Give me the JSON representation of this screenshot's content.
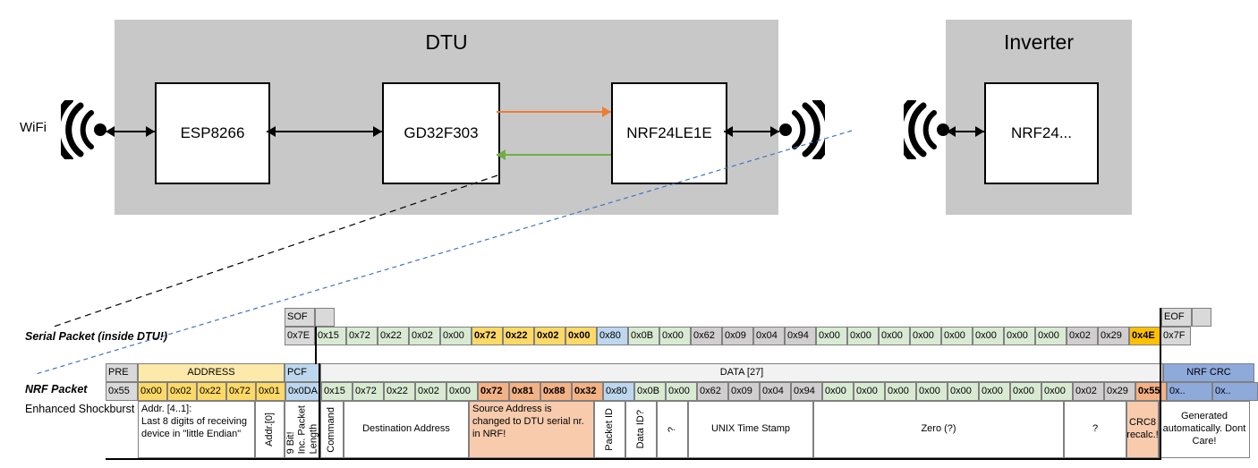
{
  "diagram": {
    "dtu": {
      "title": "DTU",
      "chips": [
        "ESP8266",
        "GD32F303",
        "NRF24LE1E"
      ],
      "wifi_label": "WiFi",
      "internal_arrows": [
        {
          "name": "serial-tx",
          "color": "#ED7D31",
          "direction": "right"
        },
        {
          "name": "serial-rx",
          "color": "#70AD47",
          "direction": "left"
        }
      ]
    },
    "inverter": {
      "title": "Inverter",
      "chips": [
        "NRF24..."
      ]
    }
  },
  "serial_packet": {
    "label": "Serial Packet (inside DTU!)",
    "sof_header": "SOF",
    "eof_header": "EOF",
    "sof": "0x7E",
    "eof": "0x7F",
    "bytes": [
      {
        "v": "0x15",
        "c": "green",
        "bold": false
      },
      {
        "v": "0x72",
        "c": "green",
        "bold": false
      },
      {
        "v": "0x22",
        "c": "green",
        "bold": false
      },
      {
        "v": "0x02",
        "c": "green",
        "bold": false
      },
      {
        "v": "0x00",
        "c": "green",
        "bold": false
      },
      {
        "v": "0x72",
        "c": "yellow",
        "bold": true
      },
      {
        "v": "0x22",
        "c": "yellow",
        "bold": true
      },
      {
        "v": "0x02",
        "c": "yellow",
        "bold": true
      },
      {
        "v": "0x00",
        "c": "yellow",
        "bold": true
      },
      {
        "v": "0x80",
        "c": "blue",
        "bold": false
      },
      {
        "v": "0x0B",
        "c": "green",
        "bold": false
      },
      {
        "v": "0x00",
        "c": "green",
        "bold": false
      },
      {
        "v": "0x62",
        "c": "dgray",
        "bold": false
      },
      {
        "v": "0x09",
        "c": "dgray",
        "bold": false
      },
      {
        "v": "0x04",
        "c": "dgray",
        "bold": false
      },
      {
        "v": "0x94",
        "c": "dgray",
        "bold": false
      },
      {
        "v": "0x00",
        "c": "green",
        "bold": false
      },
      {
        "v": "0x00",
        "c": "green",
        "bold": false
      },
      {
        "v": "0x00",
        "c": "green",
        "bold": false
      },
      {
        "v": "0x00",
        "c": "green",
        "bold": false
      },
      {
        "v": "0x00",
        "c": "green",
        "bold": false
      },
      {
        "v": "0x00",
        "c": "green",
        "bold": false
      },
      {
        "v": "0x00",
        "c": "green",
        "bold": false
      },
      {
        "v": "0x00",
        "c": "green",
        "bold": false
      },
      {
        "v": "0x02",
        "c": "dgray",
        "bold": false
      },
      {
        "v": "0x29",
        "c": "dgray",
        "bold": false
      },
      {
        "v": "0x4E",
        "c": "orange",
        "bold": true
      }
    ]
  },
  "nrf_packet": {
    "label": "NRF Packet",
    "sublabel": "Enhanced Shockburst",
    "headers": {
      "pre": "PRE",
      "address": "ADDRESS",
      "pcf": "PCF",
      "data": "DATA [27]",
      "crc": "NRF CRC"
    },
    "pre": "0x55",
    "address": [
      "0x00",
      "0x02",
      "0x22",
      "0x72",
      "0x01"
    ],
    "pcf": "0x0DA",
    "bytes": [
      {
        "v": "0x15",
        "c": "green",
        "bold": false
      },
      {
        "v": "0x72",
        "c": "green",
        "bold": false
      },
      {
        "v": "0x22",
        "c": "green",
        "bold": false
      },
      {
        "v": "0x02",
        "c": "green",
        "bold": false
      },
      {
        "v": "0x00",
        "c": "green",
        "bold": false
      },
      {
        "v": "0x72",
        "c": "salmon",
        "bold": true
      },
      {
        "v": "0x81",
        "c": "salmon",
        "bold": true
      },
      {
        "v": "0x88",
        "c": "salmon",
        "bold": true
      },
      {
        "v": "0x32",
        "c": "salmon",
        "bold": true
      },
      {
        "v": "0x80",
        "c": "blue",
        "bold": false
      },
      {
        "v": "0x0B",
        "c": "green",
        "bold": false
      },
      {
        "v": "0x00",
        "c": "green",
        "bold": false
      },
      {
        "v": "0x62",
        "c": "dgray",
        "bold": false
      },
      {
        "v": "0x09",
        "c": "dgray",
        "bold": false
      },
      {
        "v": "0x04",
        "c": "dgray",
        "bold": false
      },
      {
        "v": "0x94",
        "c": "dgray",
        "bold": false
      },
      {
        "v": "0x00",
        "c": "green",
        "bold": false
      },
      {
        "v": "0x00",
        "c": "green",
        "bold": false
      },
      {
        "v": "0x00",
        "c": "green",
        "bold": false
      },
      {
        "v": "0x00",
        "c": "green",
        "bold": false
      },
      {
        "v": "0x00",
        "c": "green",
        "bold": false
      },
      {
        "v": "0x00",
        "c": "green",
        "bold": false
      },
      {
        "v": "0x00",
        "c": "green",
        "bold": false
      },
      {
        "v": "0x00",
        "c": "green",
        "bold": false
      },
      {
        "v": "0x02",
        "c": "dgray",
        "bold": false
      },
      {
        "v": "0x29",
        "c": "dgray",
        "bold": false
      },
      {
        "v": "0x55",
        "c": "salmon",
        "bold": true
      }
    ],
    "crc_bytes": [
      "0x..",
      "0x.."
    ],
    "descriptions": {
      "address": "Addr. [4..1]:\nLast 8 digits of receiving device in \"little Endian\"",
      "addr0": "Addr.[0]",
      "pcf": "9 Bit!\nInc. Packet\nLength",
      "command": "Command",
      "destination": "Destination Address",
      "source": "Source Address is changed to DTU serial nr. in NRF!",
      "packet_id": "Packet ID",
      "data_id": "Data ID?",
      "unknown1": "?",
      "timestamp": "UNIX Time Stamp",
      "zero": "Zero (?)",
      "unknown2": "?",
      "crc8": "CRC8 recalc.!",
      "nrf_crc": "Generated automatically. Dont Care!"
    }
  }
}
